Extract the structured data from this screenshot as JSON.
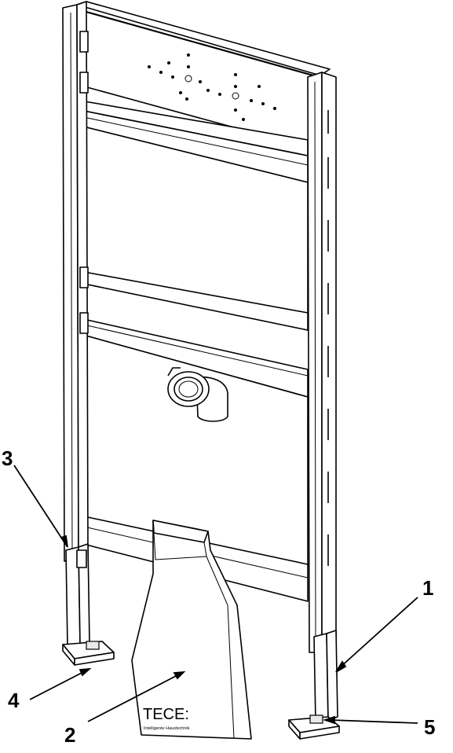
{
  "callouts": [
    {
      "id": "1",
      "label": "1"
    },
    {
      "id": "2",
      "label": "2"
    },
    {
      "id": "3",
      "label": "3"
    },
    {
      "id": "4",
      "label": "4"
    },
    {
      "id": "5",
      "label": "5"
    }
  ],
  "bag_logo": {
    "brand": "TECE:",
    "tagline": "Intelligente Haustechnik"
  },
  "colors": {
    "line": "#000000",
    "background": "#ffffff"
  }
}
